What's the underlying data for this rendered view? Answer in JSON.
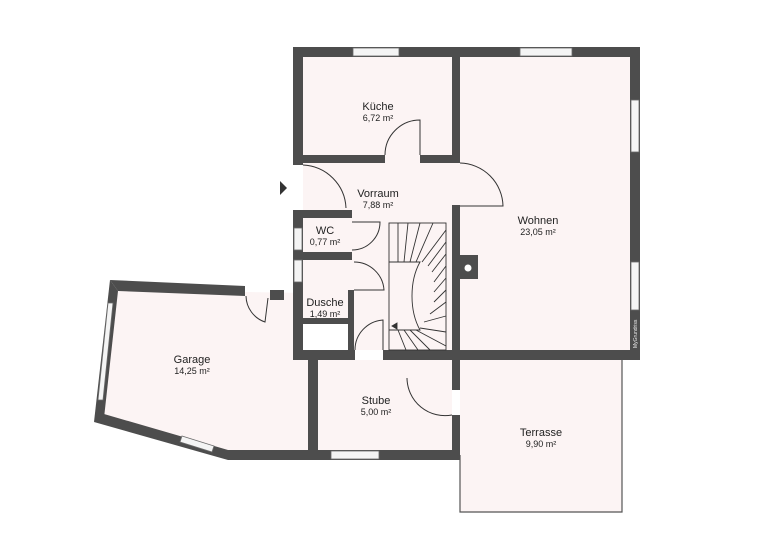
{
  "rooms": {
    "kueche": {
      "name": "Küche",
      "area": "6,72 m²"
    },
    "vorraum": {
      "name": "Vorraum",
      "area": "7,88 m²"
    },
    "wc": {
      "name": "WC",
      "area": "0,77 m²"
    },
    "dusche": {
      "name": "Dusche",
      "area": "1,49 m²"
    },
    "wohnen": {
      "name": "Wohnen",
      "area": "23,05 m²"
    },
    "garage": {
      "name": "Garage",
      "area": "14,25 m²"
    },
    "stube": {
      "name": "Stube",
      "area": "5,00 m²"
    },
    "terrasse": {
      "name": "Terrasse",
      "area": "9,90 m²"
    }
  },
  "watermark": "MyGrundriss",
  "colors": {
    "wall": "#4d4d4d",
    "floor": "#fcf4f4"
  }
}
